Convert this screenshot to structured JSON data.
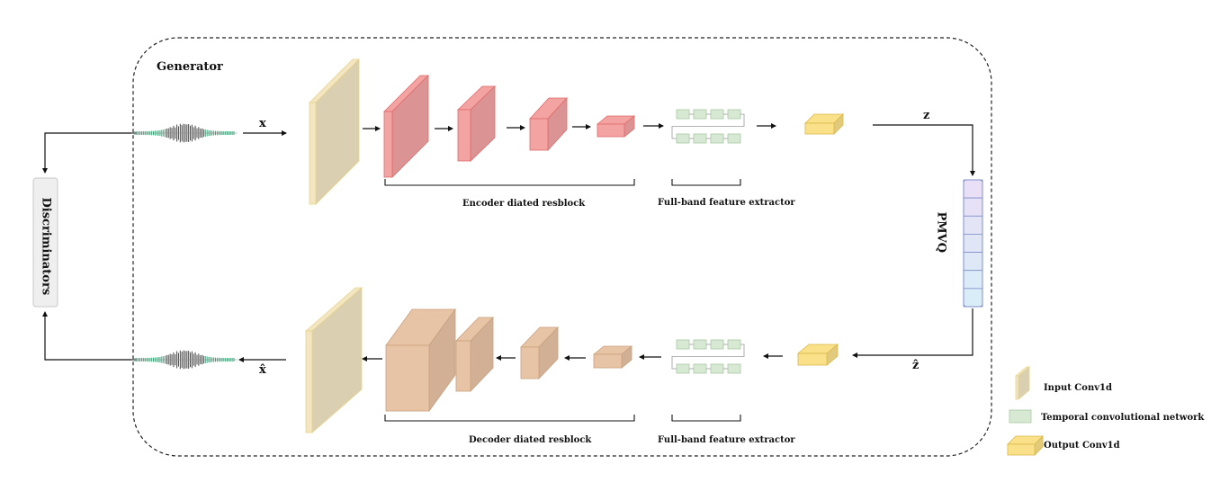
{
  "generator_label": "Generator",
  "discriminators_label": "Discriminators",
  "quantizer_label": "PMVQ",
  "signals": {
    "input": "x",
    "output": "x̂",
    "latent": "z",
    "latent_hat": "ẑ"
  },
  "encoder_label": "Encoder diated resblock",
  "decoder_label": "Decoder diated resblock",
  "feature_extractor_label": "Full-band feature extractor",
  "legend": [
    {
      "label": "Input Conv1d",
      "icon": "input-conv-icon",
      "color": "#f2e6c4"
    },
    {
      "label": "Temporal convolutional network",
      "icon": "tcn-icon",
      "color": "#d7e8d3"
    },
    {
      "label": "Output Conv1d",
      "icon": "output-conv-icon",
      "color": "#fbe08a"
    }
  ],
  "colors": {
    "input_conv": "#f2e6c4",
    "encoder": "#f4a3a3",
    "decoder": "#e8c4a6",
    "tcn": "#d7e8d3",
    "output_conv": "#fbe08a",
    "codebook": "#e6dff5",
    "waveform_green": "#3aa57a"
  }
}
